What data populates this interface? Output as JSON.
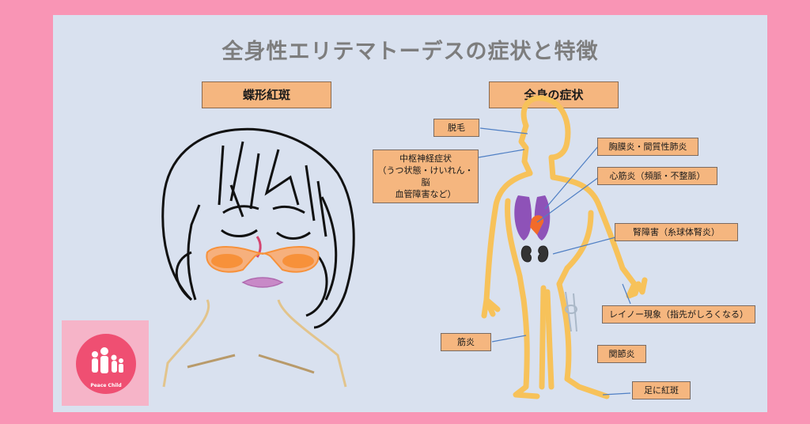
{
  "title": "全身性エリテマトーデスの症状と特徴",
  "left_header": "蝶形紅斑",
  "right_header": "全身の症状",
  "labels": {
    "hair_loss": "脱毛",
    "cns_line1": "中枢神経症状",
    "cns_line2": "（うつ状態・けいれん・脳",
    "cns_line3": "血管障害など）",
    "pleurisy": "胸膜炎・間質性肺炎",
    "myocarditis": "心筋炎（頻脈・不整脈）",
    "kidney": "腎障害（糸球体腎炎）",
    "raynaud": "レイノー現象（指先がしろくなる）",
    "myositis": "筋炎",
    "arthritis": "関節炎",
    "foot_erythema": "足に紅斑"
  },
  "logo": {
    "text": "Peace Child",
    "colors": {
      "background": "#f6b4c8",
      "circle": "#ef4f72"
    }
  },
  "colors": {
    "page_bg": "#f995b5",
    "slide_bg": "#d9e1ef",
    "label_bg": "#f5b67f",
    "body_outline": "#f7c25a",
    "rash": "#f7913a",
    "lungs": "#8e52b8",
    "heart": "#f26b2a"
  }
}
